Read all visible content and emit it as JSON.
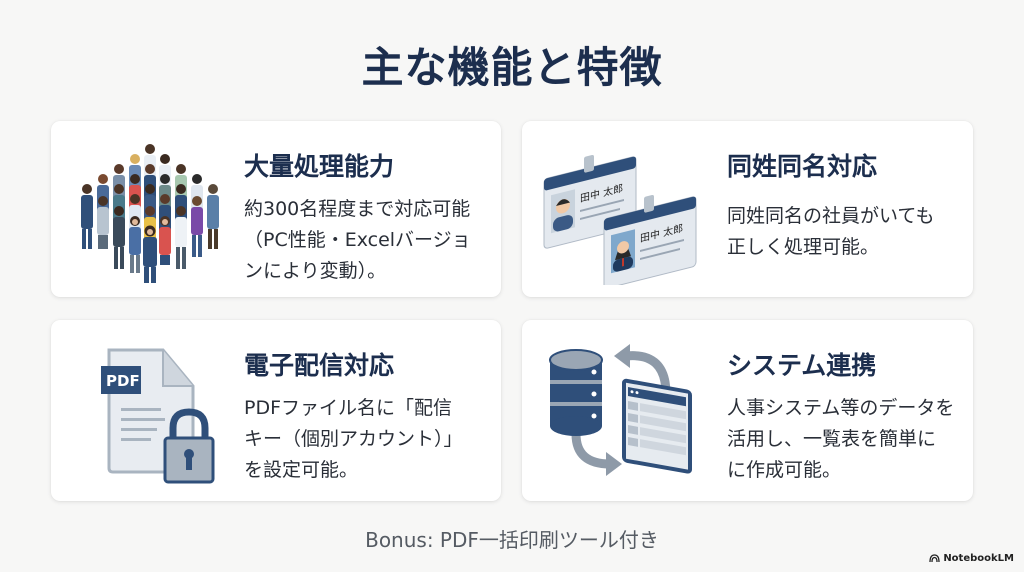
{
  "page": {
    "title": "主な機能と特徴"
  },
  "cards": [
    {
      "title": "大量処理能力",
      "icon": "crowd-of-people-icon",
      "description_lines": [
        "約300名程度まで対応可能",
        "（PC性能・Excelバージョ",
        "ンにより変動）。"
      ]
    },
    {
      "title": "同姓同名対応",
      "icon": "id-badges-icon",
      "description_lines": [
        "同姓同名の社員がいても",
        "正しく処理可能。"
      ],
      "badge_name": "田中 太郎"
    },
    {
      "title": "電子配信対応",
      "icon": "pdf-lock-icon",
      "description_lines": [
        "PDFファイル名に「配信",
        "キー（個別アカウント）」",
        "を設定可能。"
      ],
      "pdf_label": "PDF"
    },
    {
      "title": "システム連携",
      "icon": "database-sync-icon",
      "description_lines": [
        "人事システム等のデータを",
        "活用し、一覧表を簡単に",
        "に作成可能。"
      ]
    }
  ],
  "footer": {
    "bonus": "Bonus: PDF一括印刷ツール付き",
    "brand": "NotebookLM"
  },
  "colors": {
    "title": "#1c2e4e",
    "accent_navy": "#2f4f7a",
    "background": "#f7f7f6"
  }
}
